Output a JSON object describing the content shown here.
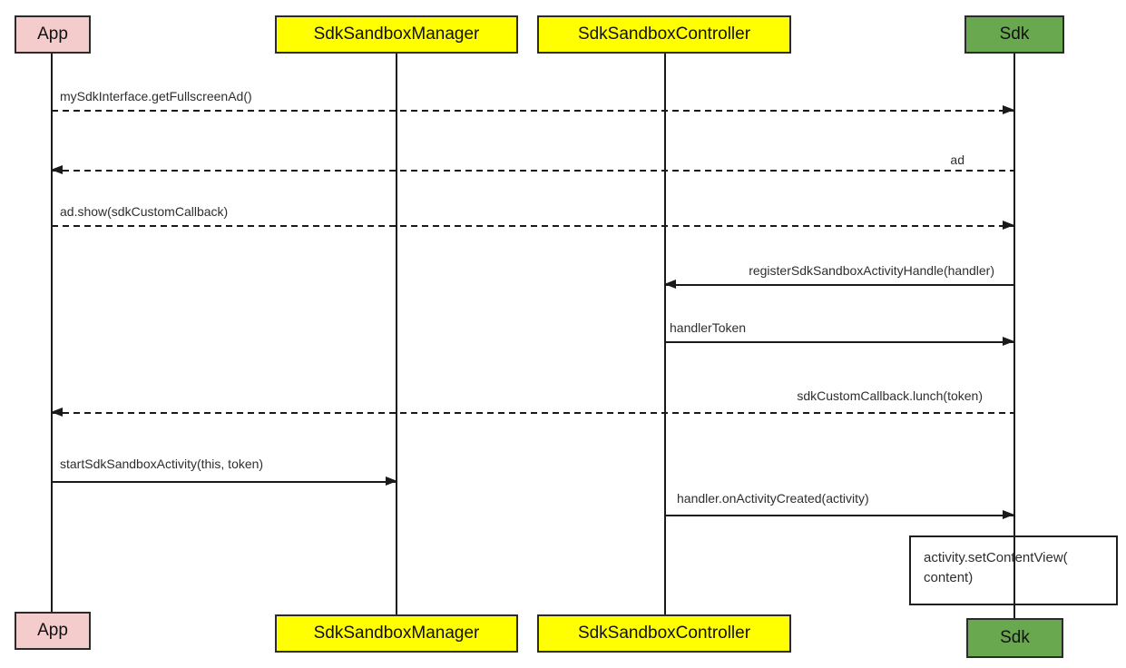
{
  "diagram": {
    "type": "uml-sequence-diagram",
    "colors": {
      "app_fill": "#f4cccc",
      "manager_fill": "#ffff00",
      "controller_fill": "#ffff00",
      "sdk_fill": "#6aa84f",
      "line": "#1a1a1a",
      "background": "#ffffff"
    },
    "actors": [
      {
        "name": "App"
      },
      {
        "name": "SdkSandboxManager"
      },
      {
        "name": "SdkSandboxController"
      },
      {
        "name": "Sdk"
      }
    ],
    "messages": [
      {
        "label": "mySdkInterface.getFullscreenAd()",
        "from": "App",
        "to": "Sdk",
        "line": "dashed"
      },
      {
        "label": "ad",
        "from": "Sdk",
        "to": "App",
        "line": "dashed"
      },
      {
        "label": "ad.show(sdkCustomCallback)",
        "from": "App",
        "to": "Sdk",
        "line": "dashed"
      },
      {
        "label": "registerSdkSandboxActivityHandle(handler)",
        "from": "Sdk",
        "to": "SdkSandboxController",
        "line": "solid"
      },
      {
        "label": "handlerToken",
        "from": "SdkSandboxController",
        "to": "Sdk",
        "line": "solid"
      },
      {
        "label": "sdkCustomCallback.lunch(token)",
        "from": "Sdk",
        "to": "App",
        "line": "dashed"
      },
      {
        "label": "startSdkSandboxActivity(this, token)",
        "from": "App",
        "to": "SdkSandboxManager",
        "line": "solid"
      },
      {
        "label": "handler.onActivityCreated(activity)",
        "from": "SdkSandboxController",
        "to": "Sdk",
        "line": "solid"
      }
    ],
    "note": {
      "line1": "activity.setContentView(",
      "line2": "content)"
    }
  }
}
